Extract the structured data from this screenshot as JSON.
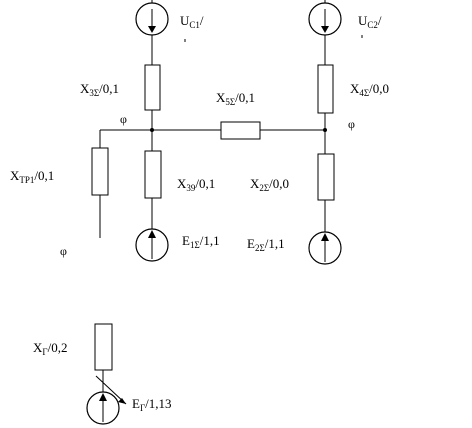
{
  "diagram": {
    "sources_top": {
      "uc1": {
        "main": "U",
        "sub": "C1",
        "tail": "/"
      },
      "uc2": {
        "main": "U",
        "sub": "C2",
        "tail": "/"
      }
    },
    "resistors": {
      "x3": {
        "main": "X",
        "sub": "3Σ",
        "tail": "/0,1"
      },
      "x5": {
        "main": "X",
        "sub": "5Σ",
        "tail": "/0,1"
      },
      "x4": {
        "main": "X",
        "sub": "4Σ",
        "tail": "/0,0"
      },
      "xtp1": {
        "main": "X",
        "sub": "TP1",
        "tail": "/0,1"
      },
      "x39": {
        "main": "X",
        "sub": "39",
        "tail": "/0,1"
      },
      "x2": {
        "main": "X",
        "sub": "2Σ",
        "tail": "/0,0"
      },
      "xg": {
        "main": "X",
        "sub": "Г",
        "tail": "/0,2"
      }
    },
    "sources_bottom": {
      "e1": {
        "main": "E",
        "sub": "1Σ",
        "tail": "/1,1"
      },
      "e2": {
        "main": "E",
        "sub": "2Σ",
        "tail": "/1,1"
      },
      "eg": {
        "main": "E",
        "sub": "Г",
        "tail": "/1,13"
      }
    },
    "potentials": {
      "phi_left": "φ",
      "phi_right": "φ",
      "phi_tp": "φ"
    }
  }
}
